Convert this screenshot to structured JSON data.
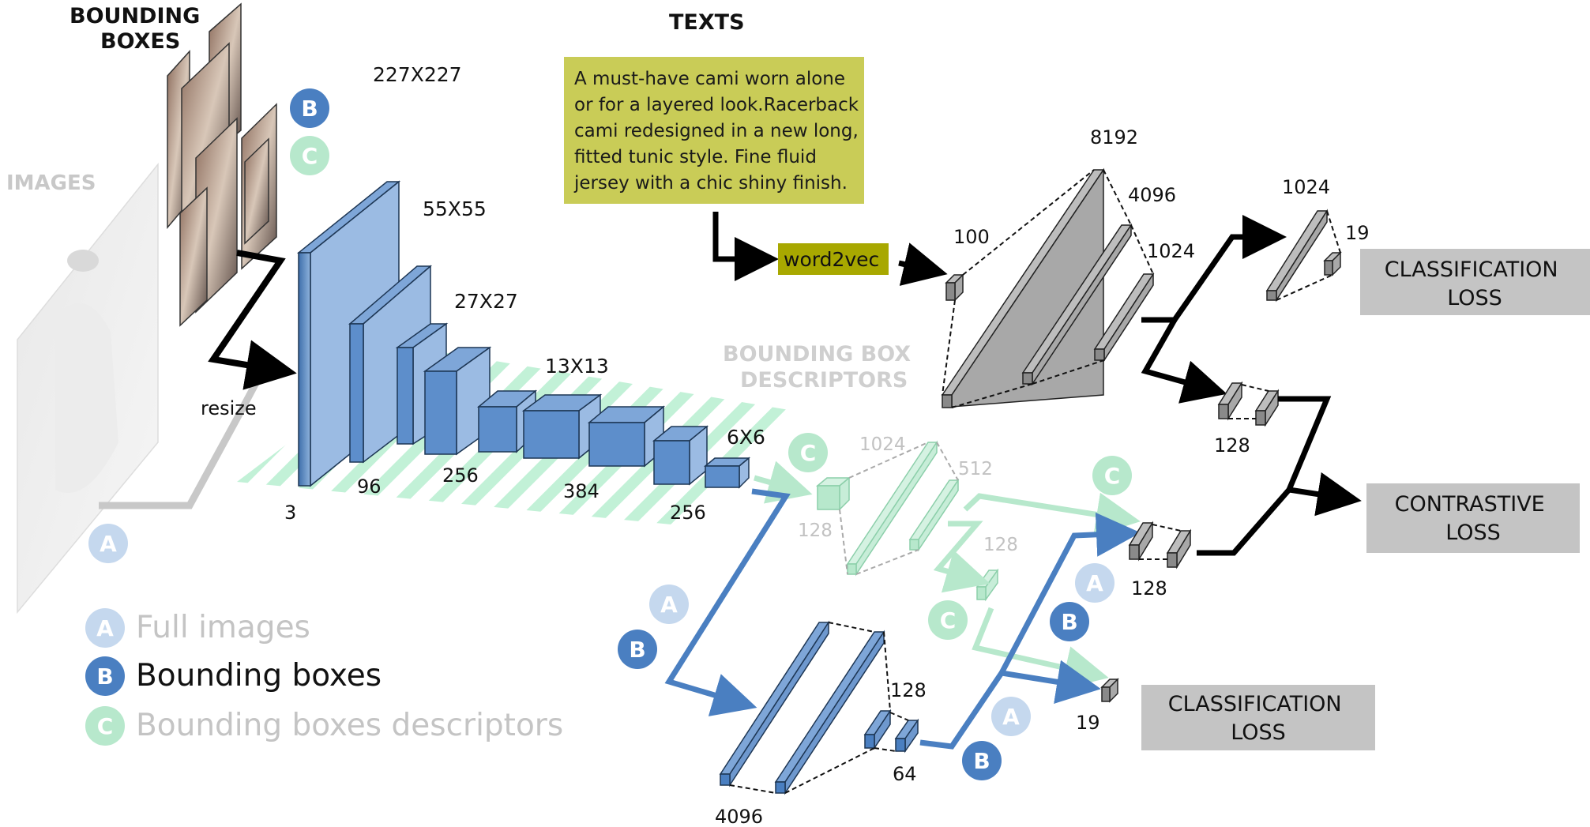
{
  "headings": {
    "bounding_boxes": [
      "BOUNDING",
      "BOXES"
    ],
    "images": "IMAGES",
    "texts": "TEXTS",
    "bbox_descriptors": [
      "BOUNDING BOX",
      "DESCRIPTORS"
    ]
  },
  "text_box": {
    "lines": [
      "A must-have cami worn alone",
      "or for a layered look.Racerback",
      "cami redesigned in a new long,",
      "fitted tunic style. Fine fluid",
      "jersey with a chic shiny finish."
    ]
  },
  "word2vec": "word2vec",
  "resize": "resize",
  "cnn": {
    "sizes": [
      "227X227",
      "55X55",
      "27X27",
      "13X13",
      "6X6"
    ],
    "channels": [
      "3",
      "96",
      "256",
      "384",
      "256"
    ]
  },
  "text_branch": [
    "100",
    "8192",
    "4096",
    "1024",
    "1024",
    "19",
    "128"
  ],
  "descriptor_branch": [
    "1024",
    "512",
    "128",
    "128"
  ],
  "image_branch": [
    "4096",
    "128",
    "64",
    "128",
    "19"
  ],
  "losses": {
    "classification_top": [
      "CLASSIFICATION",
      "LOSS"
    ],
    "contrastive": [
      "CONTRASTIVE",
      "LOSS"
    ],
    "classification_bottom": [
      "CLASSIFICATION",
      "LOSS"
    ]
  },
  "legend": [
    {
      "letter": "A",
      "label": "Full images"
    },
    {
      "letter": "B",
      "label": "Bounding boxes"
    },
    {
      "letter": "C",
      "label": "Bounding boxes descriptors"
    }
  ],
  "colors": {
    "blue": "#4a7fc1",
    "blue_light": "#c5d8ee",
    "green": "#b7e8cc",
    "grey_block": "#9a9a9a",
    "loss_box": "#c4c4c4",
    "text_box": "#c9cc57",
    "word2vec_box": "#a8a800"
  }
}
